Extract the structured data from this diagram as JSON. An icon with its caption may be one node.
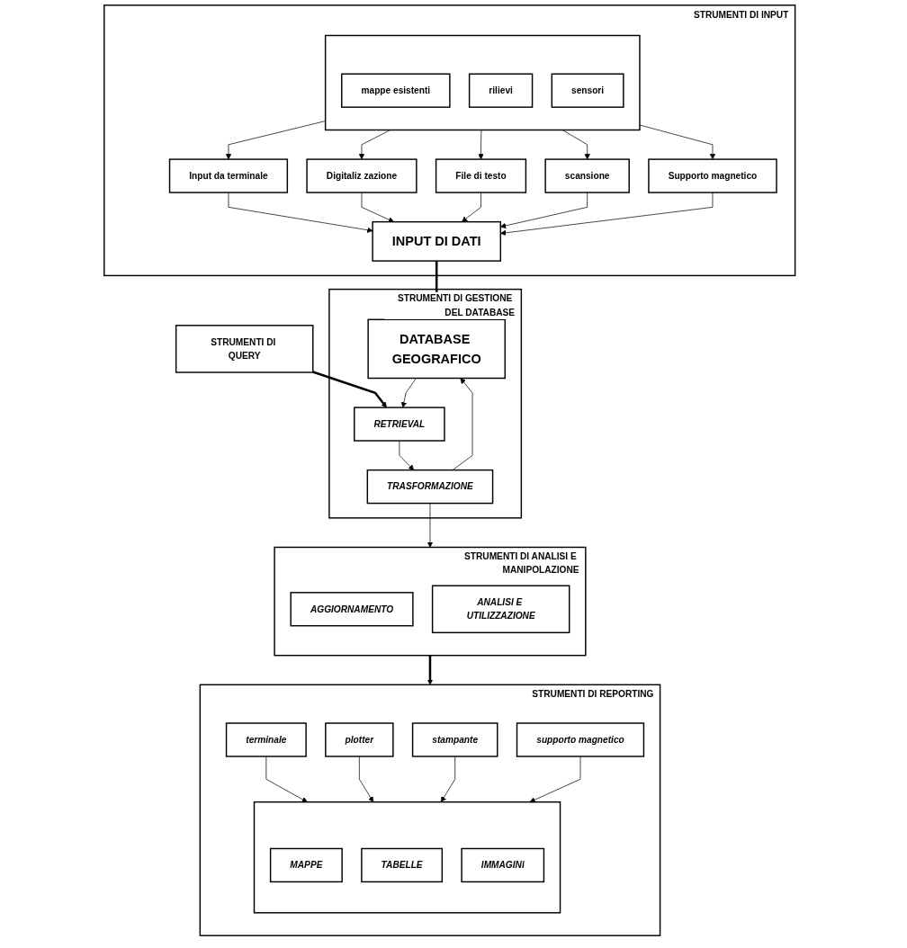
{
  "diagram": {
    "nodes": [
      {
        "text": [
          "STRUMENTI DI INPUT"
        ]
      },
      {
        "text": [],
        "shape": "box",
        "in": 0
      },
      {
        "text": [
          "mappe esistenti"
        ],
        "in": 1
      },
      {
        "text": [
          "rilievi"
        ],
        "in": 1
      },
      {
        "text": [
          "sensori"
        ],
        "in": 1
      },
      {
        "text": [
          "Input da terminale"
        ],
        "in": 0
      },
      {
        "text": [
          "Digitaliz zazione"
        ],
        "in": 0
      },
      {
        "text": [
          "File di testo"
        ],
        "in": 0
      },
      {
        "text": [
          "scansione"
        ],
        "in": 0
      },
      {
        "text": [
          "Supporto magnetico"
        ],
        "in": 0
      },
      {
        "text": [
          "INPUT DI DATI"
        ],
        "in": 0
      },
      {
        "text": [
          "STRUMENTI DI QUERY"
        ]
      },
      {
        "text": [
          "STRUMENTI DI GESTIONE DEL DATABASE"
        ]
      },
      {
        "text": [
          "DATABASE GEOGRAFICO"
        ],
        "in": 12
      },
      {
        "text": [
          "RETRIEVAL"
        ],
        "in": 12
      },
      {
        "text": [
          "TRASFORMAZIONE"
        ],
        "in": 12
      },
      {
        "text": [
          "STRUMENTI DI REPORTING"
        ]
      },
      {
        "text": [
          "terminale"
        ],
        "in": 16
      },
      {
        "text": [
          "plotter"
        ],
        "in": 16
      },
      {
        "text": [
          "stampante"
        ],
        "in": 16
      },
      {
        "text": [
          "supporto magnetico"
        ],
        "in": 16
      },
      {
        "text": [],
        "shape": "box",
        "in": 16
      },
      {
        "text": [
          "MAPPE"
        ],
        "in": 21
      },
      {
        "text": [
          "TABELLE"
        ],
        "in": 21
      },
      {
        "text": [
          "IMMAGINI"
        ],
        "in": 21
      },
      {
        "text": [
          "STRUMENTI DI ANALISI E MANIPOLAZIONE"
        ]
      },
      {
        "text": [
          "AGGIORNAMENTO"
        ],
        "in": 25
      },
      {
        "text": [
          "ANALISI E UTILIZZAZIONE"
        ],
        "in": 25
      }
    ],
    "edges": [
      {
        "from": 1,
        "to": 5,
        "arrow": "to"
      },
      {
        "from": 1,
        "to": 6,
        "arrow": "to"
      },
      {
        "from": 1,
        "to": 7,
        "arrow": "to"
      },
      {
        "from": 1,
        "to": 8,
        "arrow": "to"
      },
      {
        "from": 1,
        "to": 9,
        "arrow": "to"
      },
      {
        "from": 5,
        "to": 10,
        "arrow": "to"
      },
      {
        "from": 6,
        "to": 10,
        "arrow": "to"
      },
      {
        "from": 7,
        "to": 10,
        "arrow": "to"
      },
      {
        "from": 8,
        "to": 10,
        "arrow": "to"
      },
      {
        "from": 9,
        "to": 10,
        "arrow": "to"
      },
      {
        "from": 10,
        "to": 13,
        "arrow": "to",
        "style": "thick"
      },
      {
        "from": 11,
        "to": 14,
        "arrow": "to",
        "style": "thick"
      },
      {
        "from": 13,
        "to": 14,
        "arrow": "to"
      },
      {
        "from": 14,
        "to": 15,
        "arrow": "to"
      },
      {
        "from": 15,
        "to": 13,
        "arrow": "to"
      },
      {
        "from": 15,
        "to": 25,
        "arrow": "to"
      },
      {
        "from": 17,
        "to": 21,
        "arrow": "to"
      },
      {
        "from": 18,
        "to": 21,
        "arrow": "to"
      },
      {
        "from": 19,
        "to": 21,
        "arrow": "to"
      },
      {
        "from": 20,
        "to": 21,
        "arrow": "to"
      },
      {
        "from": 25,
        "to": 16,
        "arrow": "to",
        "style": "thick"
      }
    ]
  }
}
